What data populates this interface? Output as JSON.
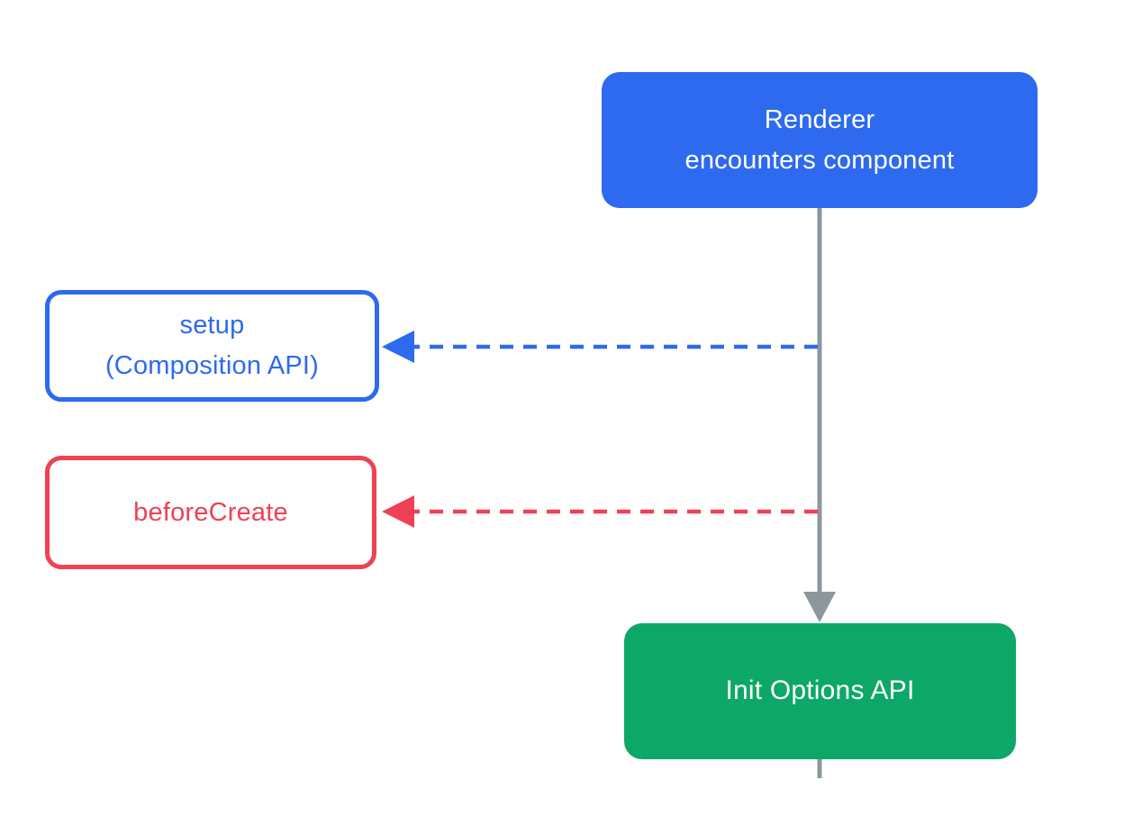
{
  "nodes": {
    "renderer": {
      "line1": "Renderer",
      "line2": "encounters component"
    },
    "setup": {
      "line1": "setup",
      "line2": "(Composition API)"
    },
    "beforeCreate": {
      "label": "beforeCreate"
    },
    "initOptions": {
      "label": "Init Options API"
    }
  },
  "edges": {
    "main_flow": "renderer-to-init-options-api",
    "setup_hook": "dashed-callout-to-setup",
    "before_create_hook": "dashed-callout-to-beforeCreate",
    "continuation": "flow-continues-below"
  },
  "colors": {
    "blue": "#2e6af0",
    "red": "#ef4155",
    "green": "#0da868",
    "gray": "#8b979c",
    "bg": "#ffffff",
    "white": "#ffffff"
  }
}
